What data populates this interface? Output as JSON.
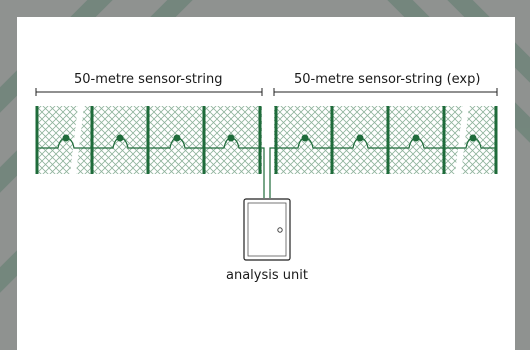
{
  "background": {
    "frame_color": "#8f9290",
    "stripe_color": "#5f7d6e",
    "panel_color": "#ffffff"
  },
  "diagram": {
    "accent_color": "#1e6b3a",
    "mesh_color": "#8fb39c",
    "strings": [
      {
        "label": "50-metre sensor-string",
        "sensor_count": 4
      },
      {
        "label": "50-metre sensor-string (exp)",
        "sensor_count": 4
      }
    ],
    "unit": {
      "label": "analysis unit",
      "icon": "cabinet-icon"
    }
  }
}
